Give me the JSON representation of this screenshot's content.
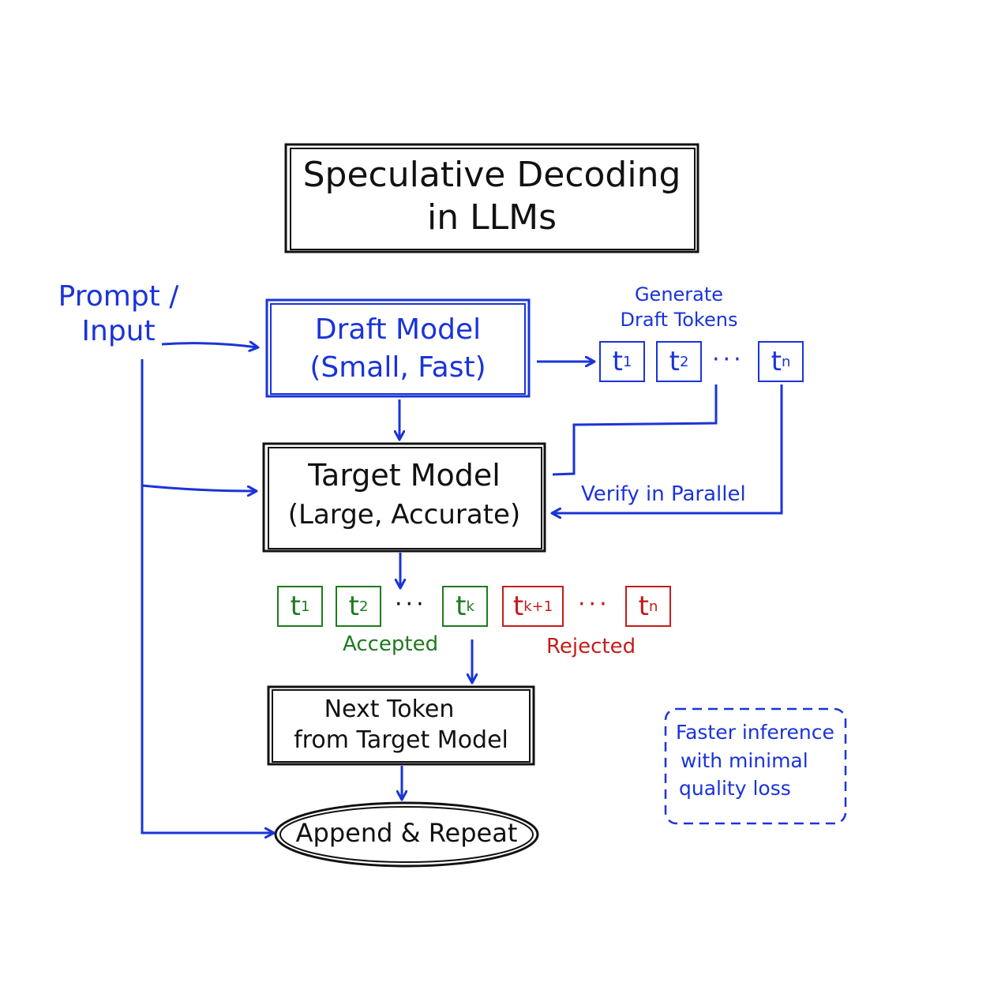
{
  "title": {
    "line1": "Speculative Decoding",
    "line2": "in LLMs"
  },
  "input": {
    "line1": "Prompt /",
    "line2": "Input"
  },
  "draft_model": {
    "line1": "Draft Model",
    "line2": "(Small, Fast)"
  },
  "draft_tokens_label": {
    "line1": "Generate",
    "line2": "Draft Tokens"
  },
  "draft_tokens": [
    {
      "base": "t",
      "sub": "1"
    },
    {
      "base": "t",
      "sub": "2"
    },
    {
      "base": "t",
      "sub": "n"
    }
  ],
  "ellipsis": "···",
  "target_model": {
    "line1": "Target Model",
    "line2": "(Large, Accurate)"
  },
  "verify_label": "Verify in Parallel",
  "accepted_tokens": [
    {
      "base": "t",
      "sub": "1"
    },
    {
      "base": "t",
      "sub": "2"
    },
    {
      "base": "t",
      "sub": "k"
    }
  ],
  "rejected_tokens": [
    {
      "base": "t",
      "sub": "k+1"
    },
    {
      "base": "t",
      "sub": "n"
    }
  ],
  "accepted_label": "Accepted",
  "rejected_label": "Rejected",
  "next_token": {
    "line1": "Next Token",
    "line2": "from Target Model"
  },
  "append": "Append & Repeat",
  "note": {
    "line1": "Faster inference",
    "line2": "with minimal",
    "line3": "quality loss"
  },
  "colors": {
    "blue": "#1a34d8",
    "black": "#111111",
    "green": "#1f7a1f",
    "red": "#c41c1c"
  }
}
